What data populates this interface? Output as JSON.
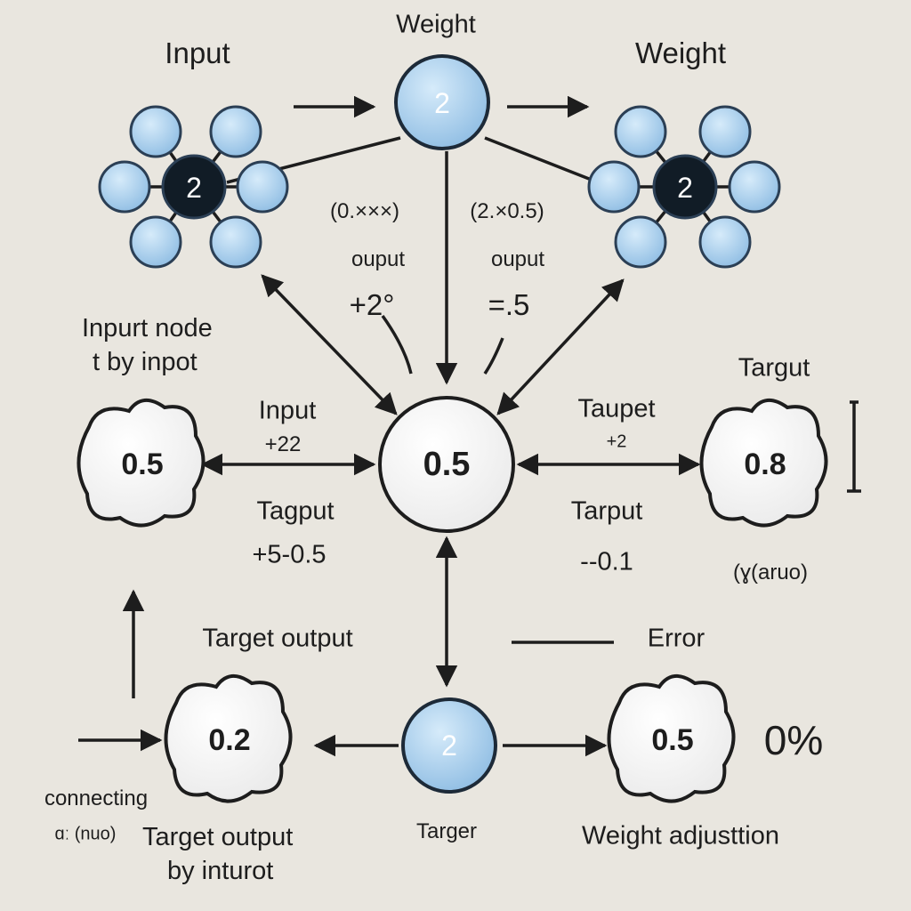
{
  "colors": {
    "background": "#e9e6df",
    "ink": "#1d1d1d",
    "blue_node": "#a9cdea",
    "blue_stroke": "#2b3f55",
    "dark_node": "#111c26",
    "white_node": "#ffffff"
  },
  "labels": {
    "input_top": "Input",
    "weight_top_center": "Weight",
    "weight_top_right": "Weight",
    "calc_left": "(0.×××)",
    "calc_right": "(2.×0.5)",
    "output_left": "ouput",
    "output_right": "ouput",
    "output_left_value": "+2°",
    "output_right_value": "=.5",
    "input_node_note_line1": "Inpurt node",
    "input_node_note_line2": "t by inpot",
    "target_top_right": "Targut",
    "input_mid": "Input",
    "input_mid_value": "+22",
    "tagput": "Tagput",
    "tagput_value": "+5-0.5",
    "taupet": "Taupet",
    "taupet_value": "+2",
    "tarput": "Tarput",
    "tarput_value": "--0.1",
    "bracket_note": "(ɣ(aruo)",
    "target_output_mid": "Target output",
    "error": "Error",
    "connecting": "connecting",
    "connecting_sub": "ɑː (nuo)",
    "target_output_bottom_line1": "Target output",
    "target_output_bottom_line2": "by inturot",
    "target_bottom": "Targer",
    "weight_adjustment": "Weight adjusttion",
    "percent": "0%"
  },
  "nodes": {
    "top_weight": "2",
    "left_cluster_center": "2",
    "right_cluster_center": "2",
    "center": "0.5",
    "left_cloud": "0.5",
    "right_cloud": "0.8",
    "bottom_left_cloud": "0.2",
    "bottom_center": "2",
    "bottom_right_cloud": "0.5"
  }
}
